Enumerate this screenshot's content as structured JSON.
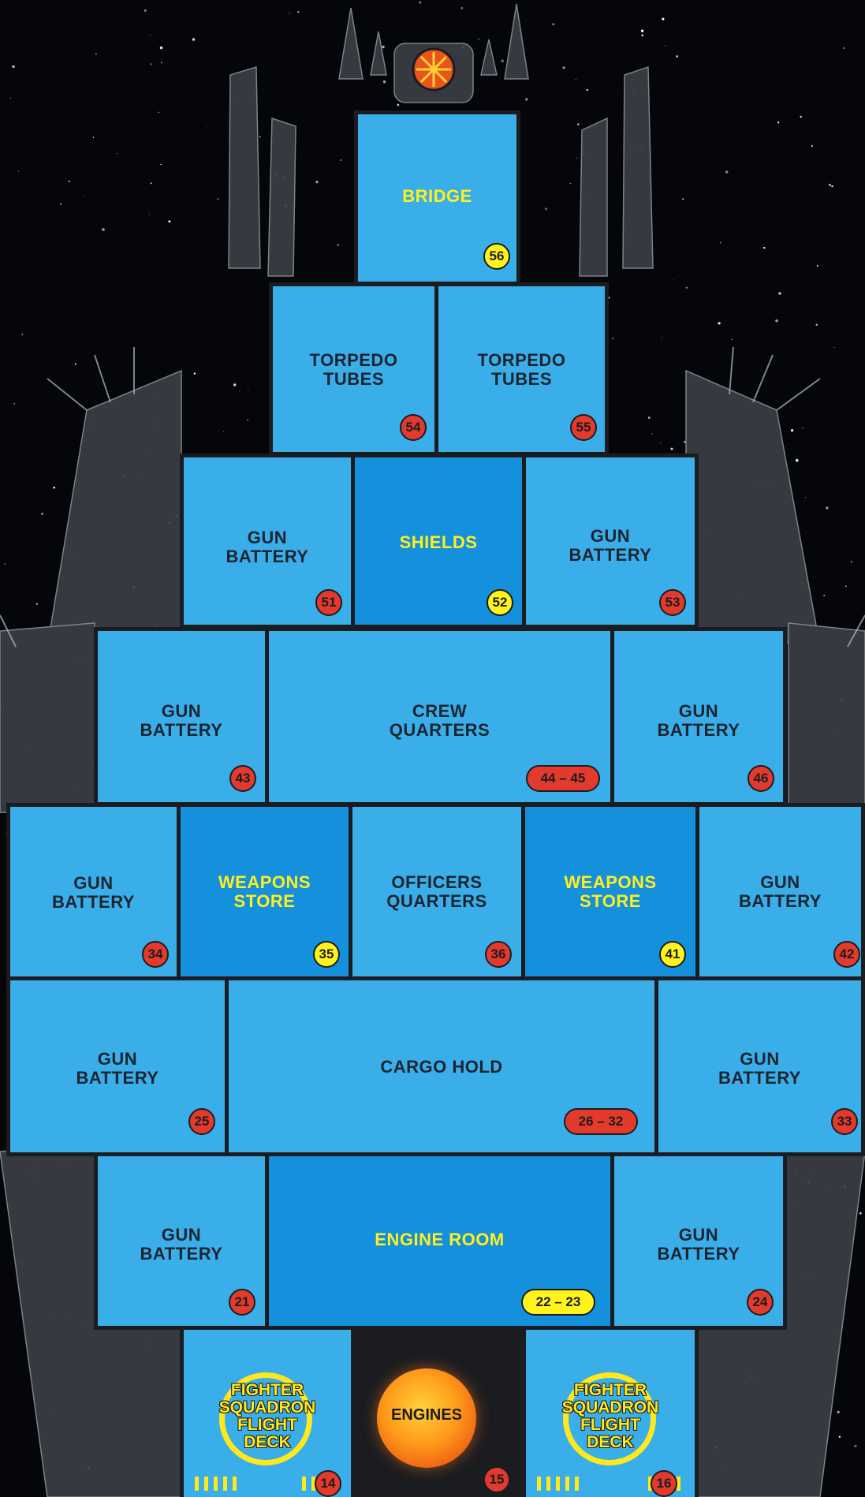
{
  "rooms": {
    "bridge": {
      "label": "BRIDGE",
      "number": "56"
    },
    "torpedo_left": {
      "label": "TORPEDO\nTUBES",
      "number": "54"
    },
    "torpedo_right": {
      "label": "TORPEDO\nTUBES",
      "number": "55"
    },
    "gun_51": {
      "label": "GUN\nBATTERY",
      "number": "51"
    },
    "shields": {
      "label": "SHIELDS",
      "number": "52"
    },
    "gun_53": {
      "label": "GUN\nBATTERY",
      "number": "53"
    },
    "gun_43": {
      "label": "GUN\nBATTERY",
      "number": "43"
    },
    "crew_quarters": {
      "label": "CREW\nQUARTERS",
      "number": "44 – 45"
    },
    "gun_46": {
      "label": "GUN\nBATTERY",
      "number": "46"
    },
    "gun_34": {
      "label": "GUN\nBATTERY",
      "number": "34"
    },
    "weapons_store_left": {
      "label": "WEAPONS\nSTORE",
      "number": "35"
    },
    "officers_quarters": {
      "label": "OFFICERS\nQUARTERS",
      "number": "36"
    },
    "weapons_store_right": {
      "label": "WEAPONS\nSTORE",
      "number": "41"
    },
    "gun_42": {
      "label": "GUN\nBATTERY",
      "number": "42"
    },
    "gun_25": {
      "label": "GUN\nBATTERY",
      "number": "25"
    },
    "cargo_hold": {
      "label": "CARGO HOLD",
      "number": "26 – 32"
    },
    "gun_33": {
      "label": "GUN\nBATTERY",
      "number": "33"
    },
    "gun_21": {
      "label": "GUN\nBATTERY",
      "number": "21"
    },
    "engine_room": {
      "label": "ENGINE ROOM",
      "number": "22 – 23"
    },
    "gun_24": {
      "label": "GUN\nBATTERY",
      "number": "24"
    },
    "flight_deck_left": {
      "label": "FIGHTER\nSQUADRON\nFLIGHT\nDECK",
      "number": "14"
    },
    "engines": {
      "label": "ENGINES",
      "number": "15"
    },
    "flight_deck_right": {
      "label": "FIGHTER\nSQUADRON\nFLIGHT\nDECK",
      "number": "16"
    }
  },
  "colors": {
    "room": "#3aaee9",
    "room_special": "#1590dc",
    "badge_red": "#e23a2c",
    "badge_yellow": "#fff21d",
    "label_yellow": "#fff01e",
    "space": "#05060a"
  }
}
